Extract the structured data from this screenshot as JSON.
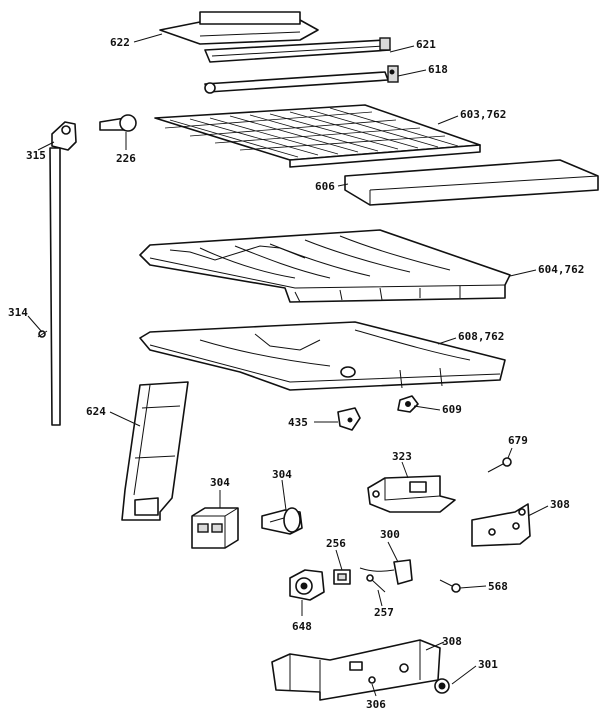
{
  "labels": {
    "l622": "622",
    "l621": "621",
    "l618": "618",
    "l603": "603,762",
    "l315": "315",
    "l226": "226",
    "l606": "606",
    "l604": "604,762",
    "l314": "314",
    "l608": "608,762",
    "l624": "624",
    "l435": "435",
    "l609": "609",
    "l679": "679",
    "l323": "323",
    "l304a": "304",
    "l304b": "304",
    "l308a": "308",
    "l256": "256",
    "l300": "300",
    "l568": "568",
    "l257": "257",
    "l648": "648",
    "l308b": "308",
    "l301": "301",
    "l306": "306"
  }
}
